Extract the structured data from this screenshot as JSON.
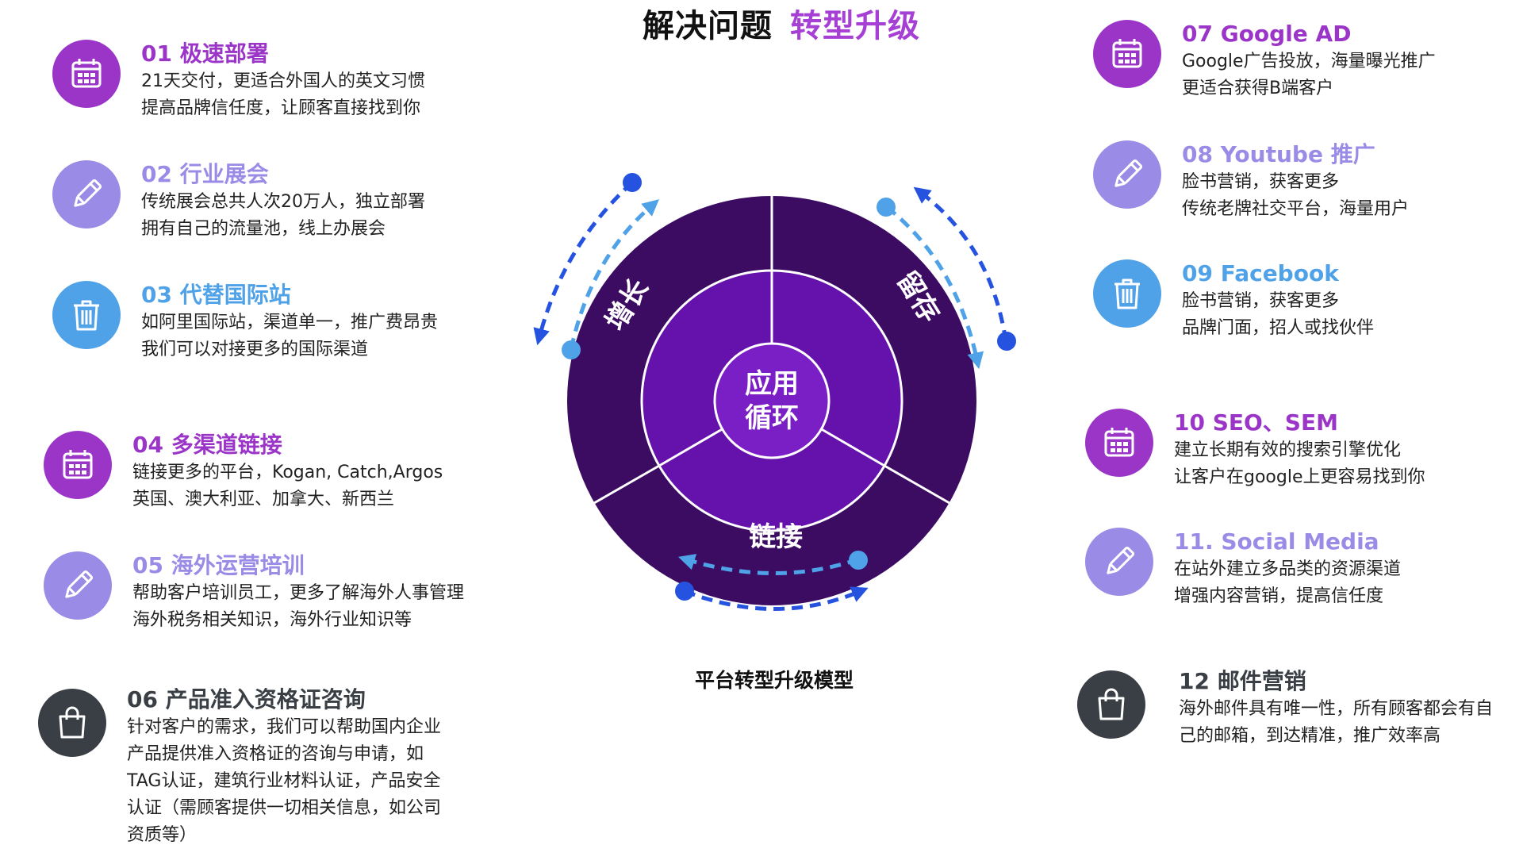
{
  "title": {
    "part1": "解决问题",
    "part2": "转型升级"
  },
  "diagram": {
    "center": [
      "应用",
      "循环"
    ],
    "segments": [
      "增长",
      "留存",
      "链接"
    ]
  },
  "caption": "平台转型升级模型",
  "left_items": [
    {
      "heading": "01 极速部署",
      "icon": "calendar-icon",
      "lines": [
        "21天交付，更适合外国人的英文习惯",
        "提高品牌信任度，让顾客直接找到你"
      ]
    },
    {
      "heading": "02 行业展会",
      "icon": "pencil-icon",
      "lines": [
        "传统展会总共人次20万人，独立部署",
        "拥有自己的流量池，线上办展会"
      ]
    },
    {
      "heading": "03 代替国际站",
      "icon": "trash-icon",
      "lines": [
        "如阿里国际站，渠道单一，推广费昂贵",
        "我们可以对接更多的国际渠道"
      ]
    },
    {
      "heading": "04 多渠道链接",
      "icon": "calendar-icon",
      "lines": [
        "链接更多的平台，Kogan, Catch,Argos",
        "英国、澳大利亚、加拿大、新西兰"
      ]
    },
    {
      "heading": "05 海外运营培训",
      "icon": "pencil-icon",
      "lines": [
        "帮助客户培训员工，更多了解海外人事管理",
        "海外税务相关知识，海外行业知识等"
      ]
    },
    {
      "heading": "06 产品准入资格证咨询",
      "icon": "shopping-bag-icon",
      "lines": [
        "针对客户的需求，我们可以帮助国内企业",
        "产品提供准入资格证的咨询与申请，如",
        "TAG认证，建筑行业材料认证，产品安全",
        "认证（需顾客提供一切相关信息，如公司",
        "资质等）"
      ]
    }
  ],
  "right_items": [
    {
      "heading": "07 Google AD",
      "icon": "calendar-icon",
      "lines": [
        "Google广告投放，海量曝光推广",
        "更适合获得B端客户"
      ]
    },
    {
      "heading": "08 Youtube 推广",
      "icon": "pencil-icon",
      "lines": [
        "脸书营销，获客更多",
        "传统老牌社交平台，海量用户"
      ]
    },
    {
      "heading": "09 Facebook",
      "icon": "trash-icon",
      "lines": [
        "脸书营销，获客更多",
        "品牌门面，招人或找伙伴"
      ]
    },
    {
      "heading": "10 SEO、SEM",
      "icon": "calendar-icon",
      "lines": [
        "建立长期有效的搜索引擎优化",
        "让客户在google上更容易找到你"
      ]
    },
    {
      "heading": "11. Social Media",
      "icon": "pencil-icon",
      "lines": [
        "在站外建立多品类的资源渠道",
        "增强内容营销，提高信任度"
      ]
    },
    {
      "heading": "12 邮件营销",
      "icon": "shopping-bag-icon",
      "lines": [
        "海外邮件具有唯一性，所有顾客都会有自",
        "己的邮箱，到达精准，推广效率高"
      ]
    }
  ],
  "colors": {
    "purple": "#9b35c8",
    "lavender": "#9a8be6",
    "blue": "#4fa2e8",
    "dark": "#3a3f45",
    "ring": "#3c0c63",
    "inner": "#6512ad",
    "arrow": "#2553e0"
  }
}
